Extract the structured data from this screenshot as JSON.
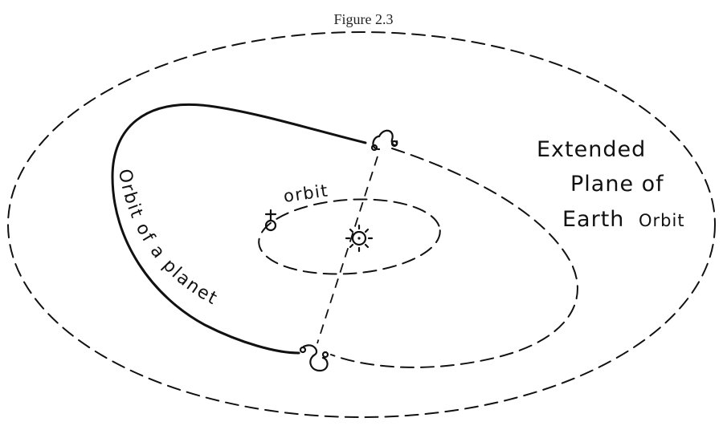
{
  "caption": "Figure 2.3",
  "labels": {
    "plane_line1": "Extended",
    "plane_line2": "Plane of",
    "plane_line3": "Earth",
    "plane_line3b": "Orbit",
    "planet_orbit": "Orbit of a planet",
    "earth_orbit": "orbit"
  },
  "colors": {
    "ink": "#111111",
    "background": "#ffffff"
  },
  "icons": {
    "sun": "sun-symbol-icon",
    "earth": "earth-symbol-icon",
    "ascending_node": "ascending-node-symbol-icon",
    "descending_node": "descending-node-symbol-icon"
  }
}
